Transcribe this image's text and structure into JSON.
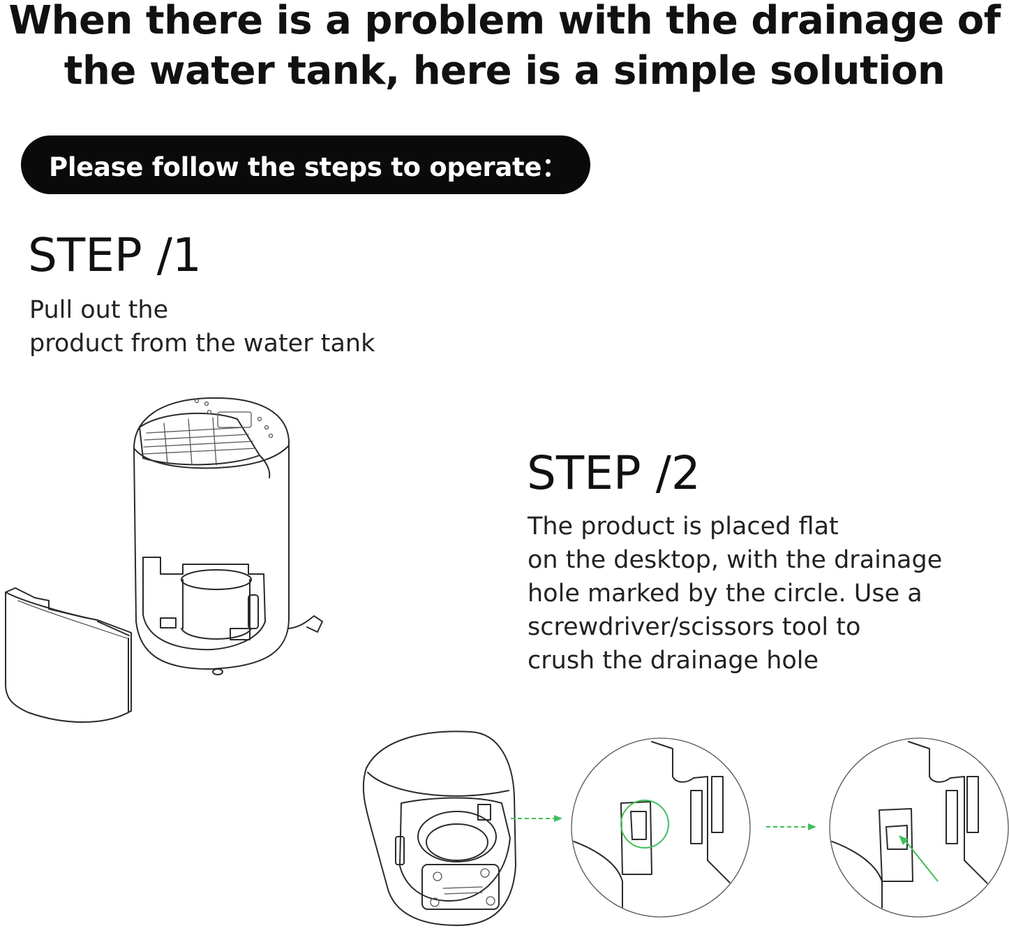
{
  "headline": {
    "line1": "When there is a problem with the drainage of",
    "line2": "the water tank, here is a simple solution"
  },
  "banner": {
    "label": "Please follow the steps to operate："
  },
  "steps": [
    {
      "title": "STEP /1",
      "lines": [
        "Pull out the",
        "product from the water tank"
      ]
    },
    {
      "title": "STEP /2",
      "lines": [
        "The product is placed flat",
        "on the desktop, with the drainage",
        "hole marked by the circle. Use a",
        "screwdriver/scissors tool to",
        "crush the drainage hole"
      ]
    }
  ],
  "colors": {
    "banner_bg": "#0a0a0a",
    "banner_text": "#ffffff",
    "line_art": "#2b2b2b",
    "highlight_arrow": "#3fbf5a"
  },
  "illustrations": [
    "dehumidifier-with-tank-removed-illustration",
    "dehumidifier-upside-down-illustration",
    "drainage-hole-circle-zoom-illustration",
    "drainage-hole-crushed-zoom-illustration"
  ]
}
